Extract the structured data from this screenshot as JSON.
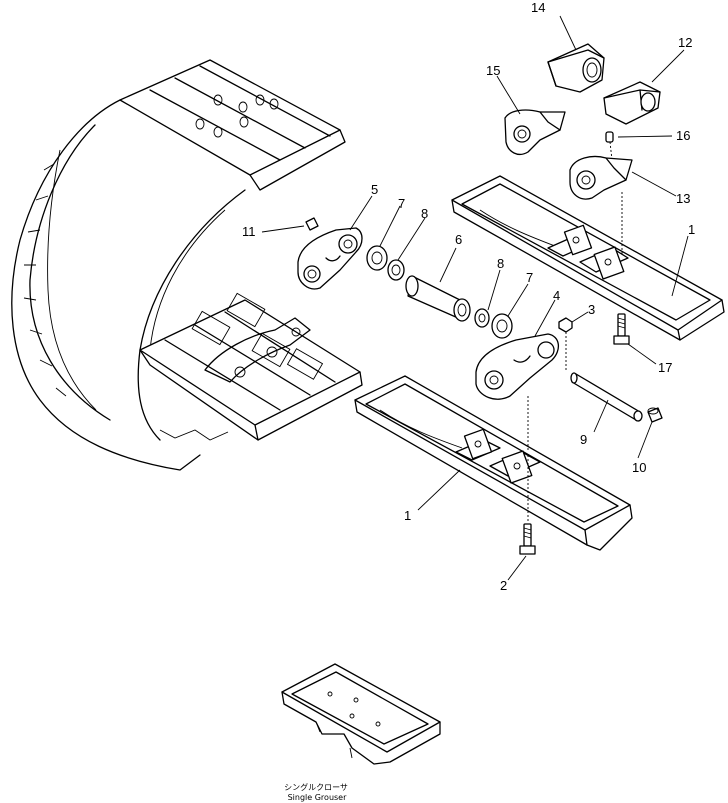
{
  "callouts": {
    "c1a": "1",
    "c1b": "1",
    "c2": "2",
    "c3": "3",
    "c4": "4",
    "c5": "5",
    "c6": "6",
    "c7a": "7",
    "c7b": "7",
    "c8a": "8",
    "c8b": "8",
    "c9": "9",
    "c10": "10",
    "c11": "11",
    "c12": "12",
    "c13": "13",
    "c14": "14",
    "c15": "15",
    "c16": "16",
    "c17": "17"
  },
  "caption": {
    "japanese": "シングルクローサ",
    "english": "Single Grouser"
  }
}
